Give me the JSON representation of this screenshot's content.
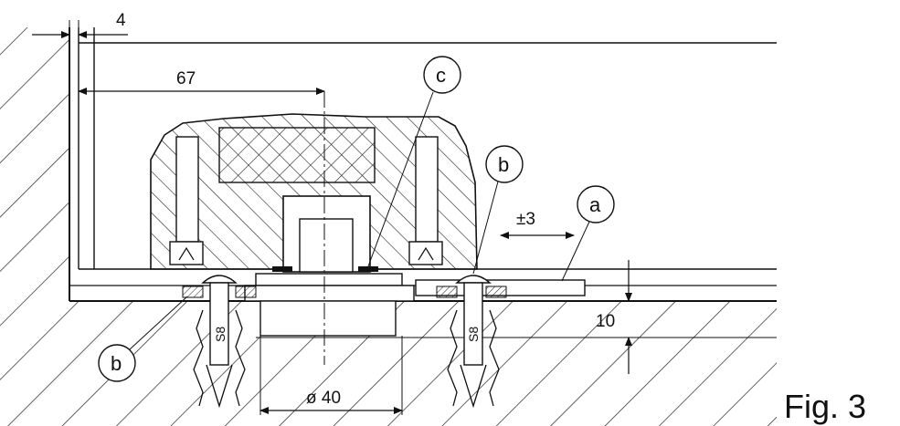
{
  "figure_label": "Fig. 3",
  "dimensions": {
    "gap": "4",
    "offset": "67",
    "adjust": "±3",
    "height": "10",
    "diameter": "ø 40"
  },
  "callouts": {
    "c": "c",
    "b_right": "b",
    "a": "a",
    "b_left": "b"
  },
  "screws": {
    "left": "S8",
    "right": "S8"
  }
}
